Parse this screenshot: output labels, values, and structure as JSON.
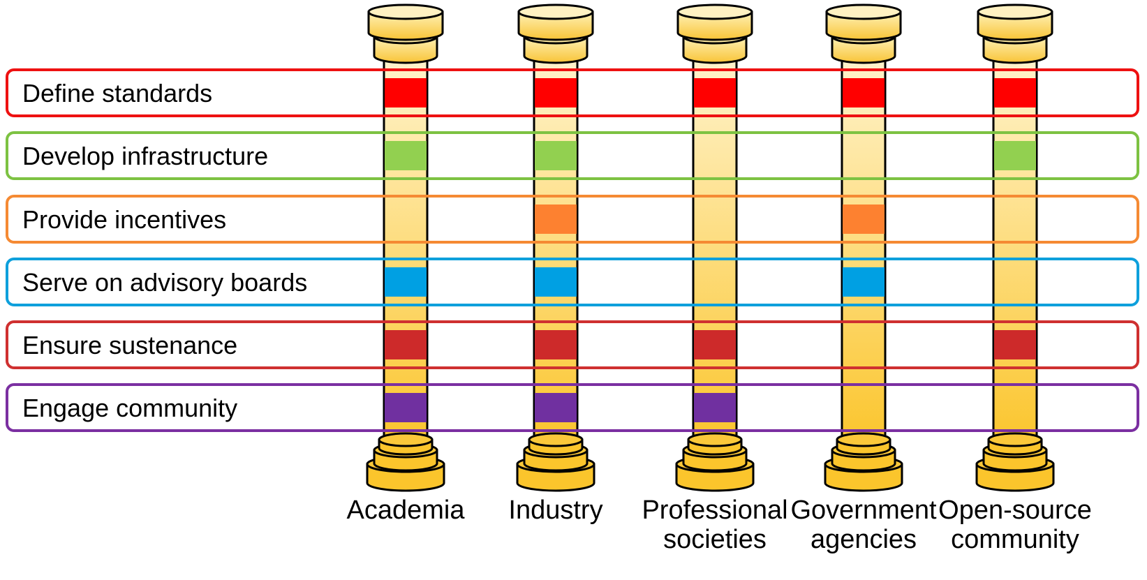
{
  "rows": [
    {
      "label": "Define standards",
      "color": "#ee1111"
    },
    {
      "label": "Develop infrastructure",
      "color": "#7dc242"
    },
    {
      "label": "Provide incentives",
      "color": "#f58a33"
    },
    {
      "label": "Serve on advisory boards",
      "color": "#0ea0dc"
    },
    {
      "label": "Ensure sustenance",
      "color": "#cf3030"
    },
    {
      "label": "Engage community",
      "color": "#7b2fa1"
    }
  ],
  "fill_colors": [
    "#ff0000",
    "#92d050",
    "#fd8130",
    "#00a0e3",
    "#cd2a2a",
    "#7030a0"
  ],
  "pillars": [
    {
      "name": [
        "Academia"
      ],
      "marks": [
        true,
        true,
        false,
        true,
        true,
        true
      ]
    },
    {
      "name": [
        "Industry"
      ],
      "marks": [
        true,
        true,
        true,
        true,
        true,
        true
      ]
    },
    {
      "name": [
        "Professional",
        "societies"
      ],
      "marks": [
        true,
        false,
        false,
        false,
        true,
        true
      ]
    },
    {
      "name": [
        "Government",
        "agencies"
      ],
      "marks": [
        true,
        false,
        true,
        true,
        false,
        false
      ]
    },
    {
      "name": [
        "Open-source",
        "community"
      ],
      "marks": [
        true,
        true,
        false,
        false,
        true,
        false
      ]
    }
  ],
  "pillar_colors": {
    "light": "#fff2c8",
    "dark": "#fbc52c",
    "stroke": "#000000"
  }
}
